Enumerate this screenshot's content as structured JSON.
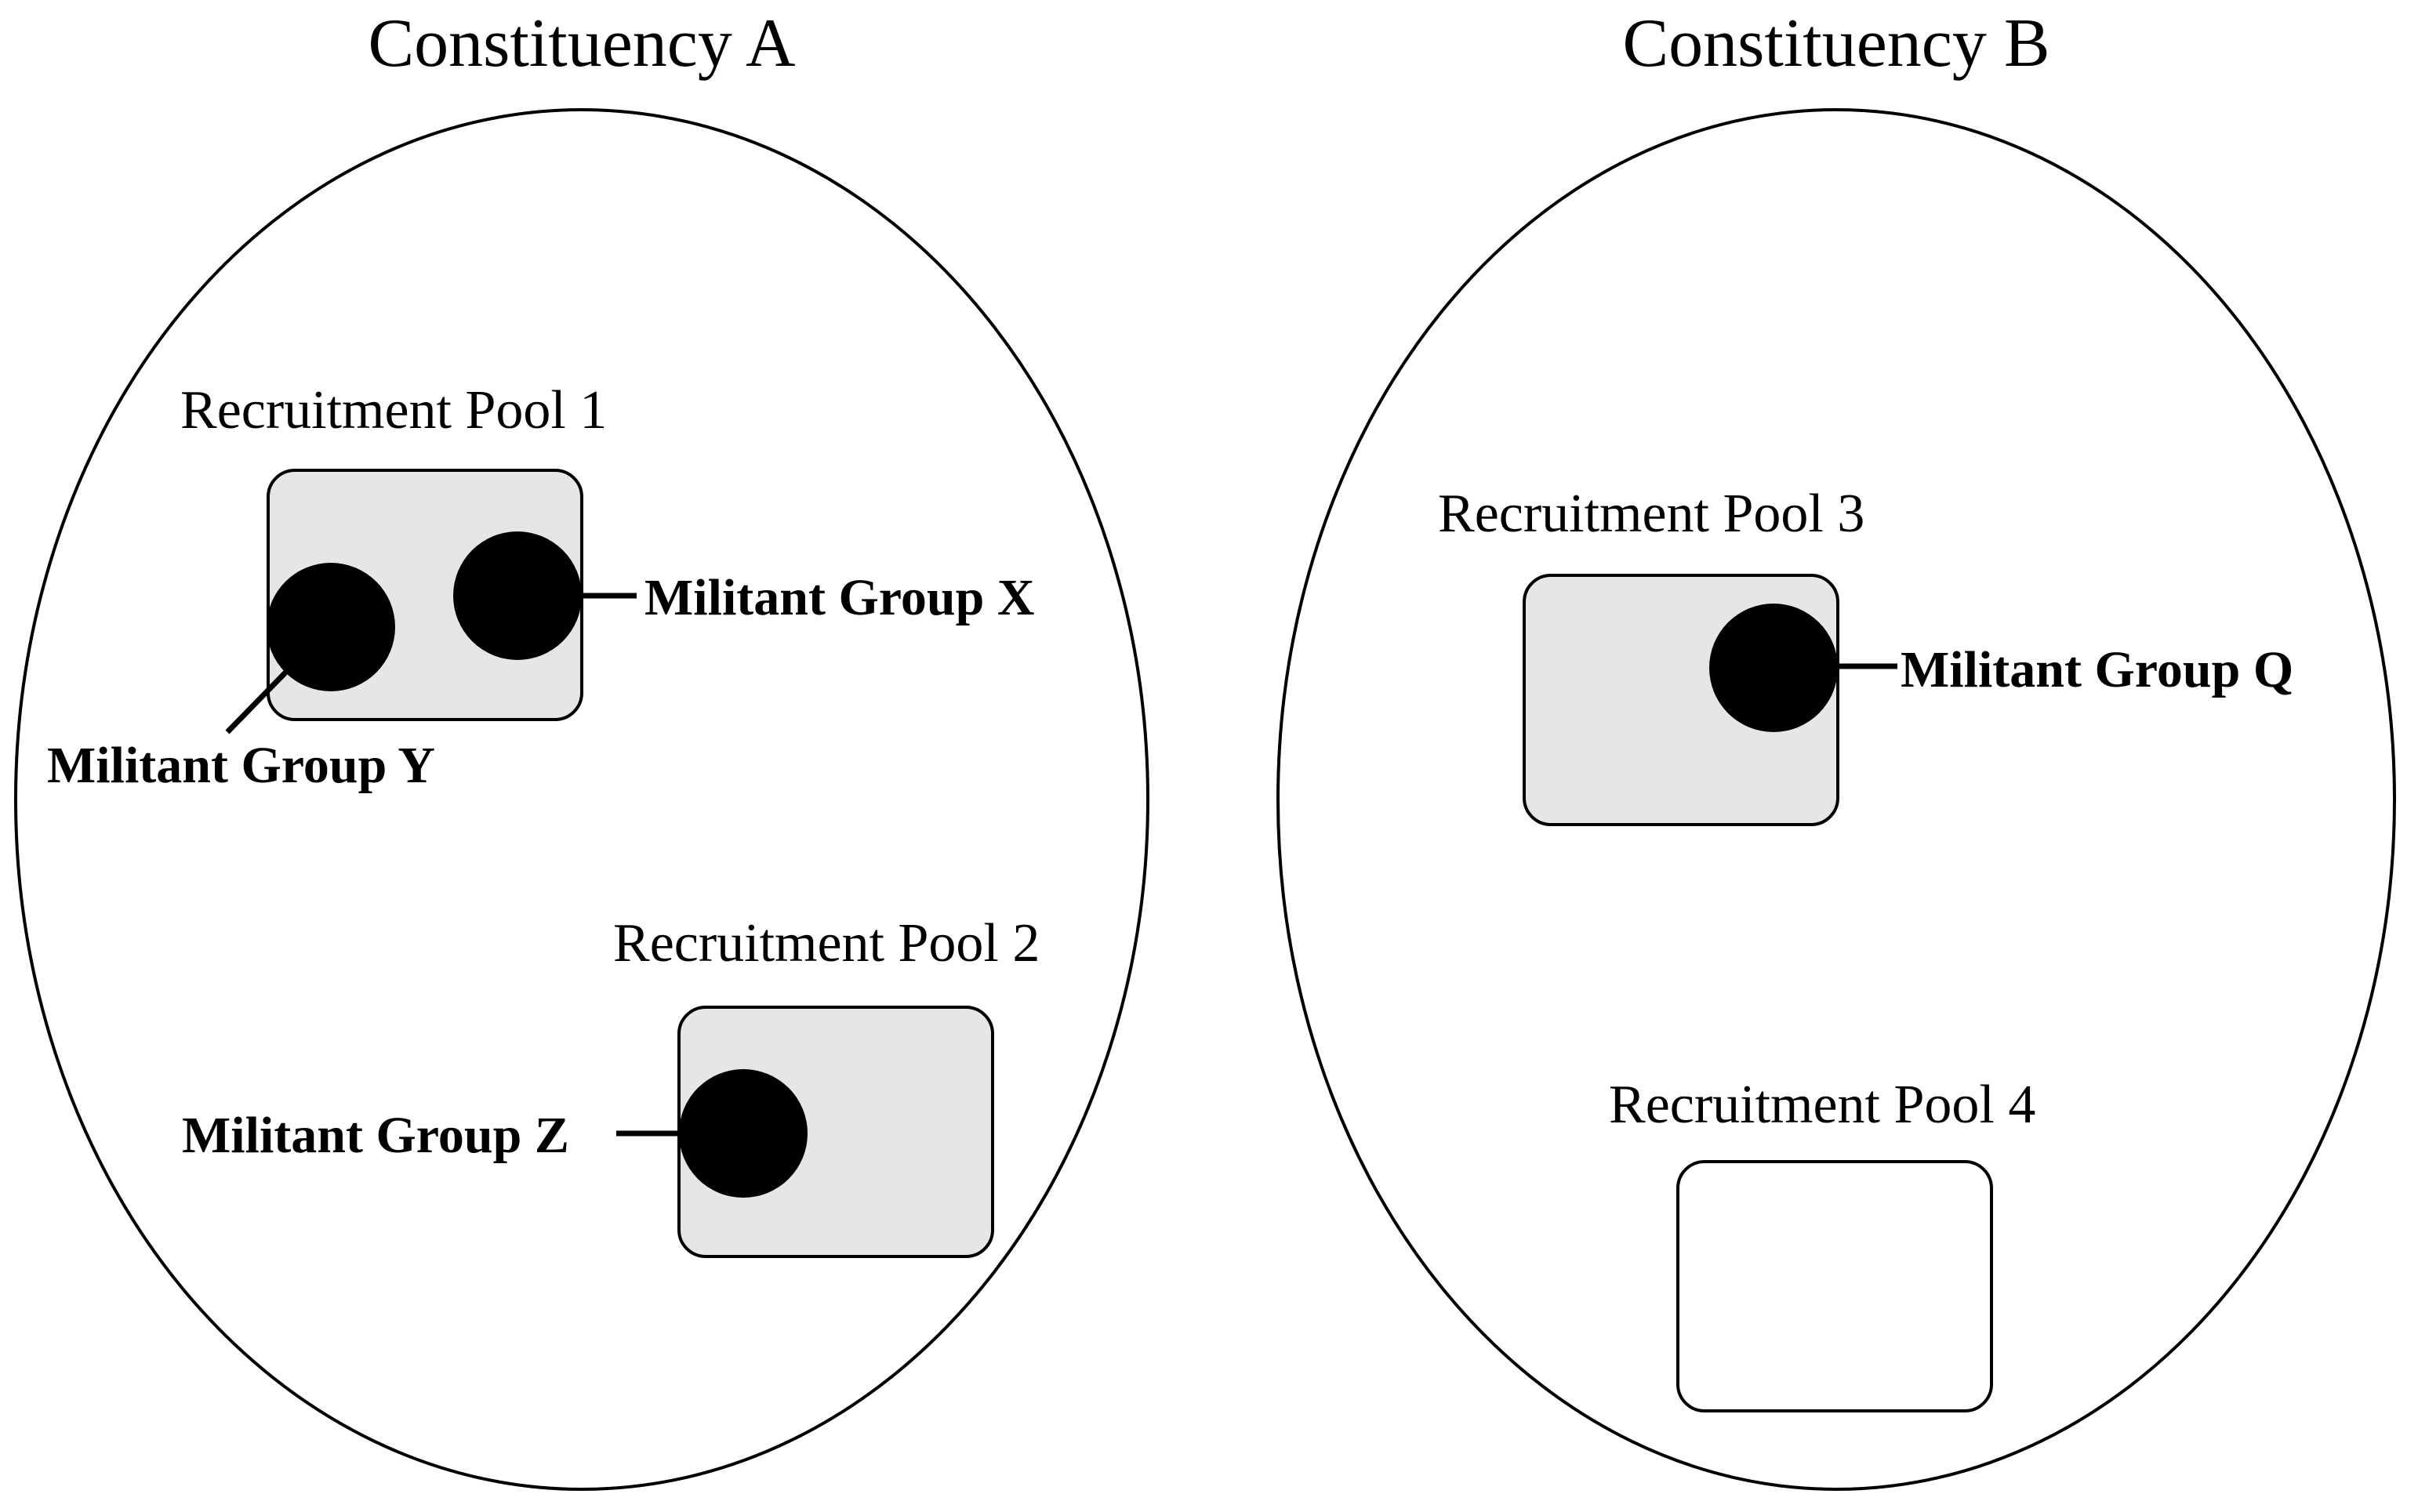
{
  "colors": {
    "pool_occupied_fill": "#e6e6e6",
    "pool_empty_fill": "#ffffff",
    "group_dot": "#000000",
    "stroke": "#000000"
  },
  "constituencies": {
    "a": {
      "title": "Constituency A"
    },
    "b": {
      "title": "Constituency B"
    }
  },
  "pools": {
    "p1": {
      "label": "Recruitment Pool 1"
    },
    "p2": {
      "label": "Recruitment Pool 2"
    },
    "p3": {
      "label": "Recruitment Pool 3"
    },
    "p4": {
      "label": "Recruitment Pool 4"
    }
  },
  "groups": {
    "x": {
      "label": "Militant Group X"
    },
    "y": {
      "label": "Militant Group Y"
    },
    "z": {
      "label": "Militant Group Z"
    },
    "q": {
      "label": "Militant Group Q"
    }
  }
}
